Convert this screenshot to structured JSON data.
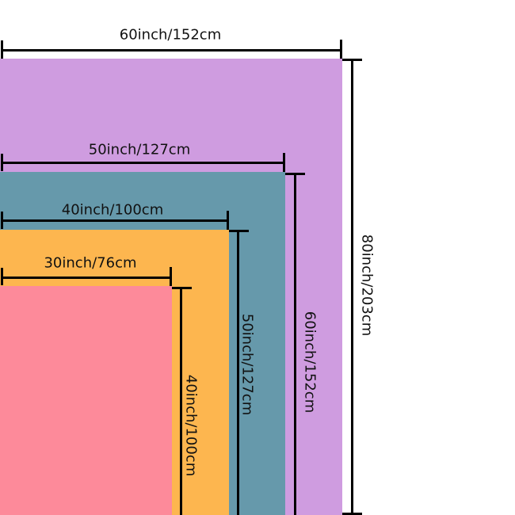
{
  "sizes": [
    {
      "name": "60x80",
      "width_label": "60inch/152cm",
      "height_label": "80inch/203cm",
      "color": "#cf9ce0"
    },
    {
      "name": "50x60",
      "width_label": "50inch/127cm",
      "height_label": "60inch/152cm",
      "color": "#6699ab"
    },
    {
      "name": "40x50",
      "width_label": "40inch/100cm",
      "height_label": "50inch/127cm",
      "color": "#fdb64f"
    },
    {
      "name": "30x40",
      "width_label": "30inch/76cm",
      "height_label": "40inch/100cm",
      "color": "#fd8a9a"
    }
  ]
}
